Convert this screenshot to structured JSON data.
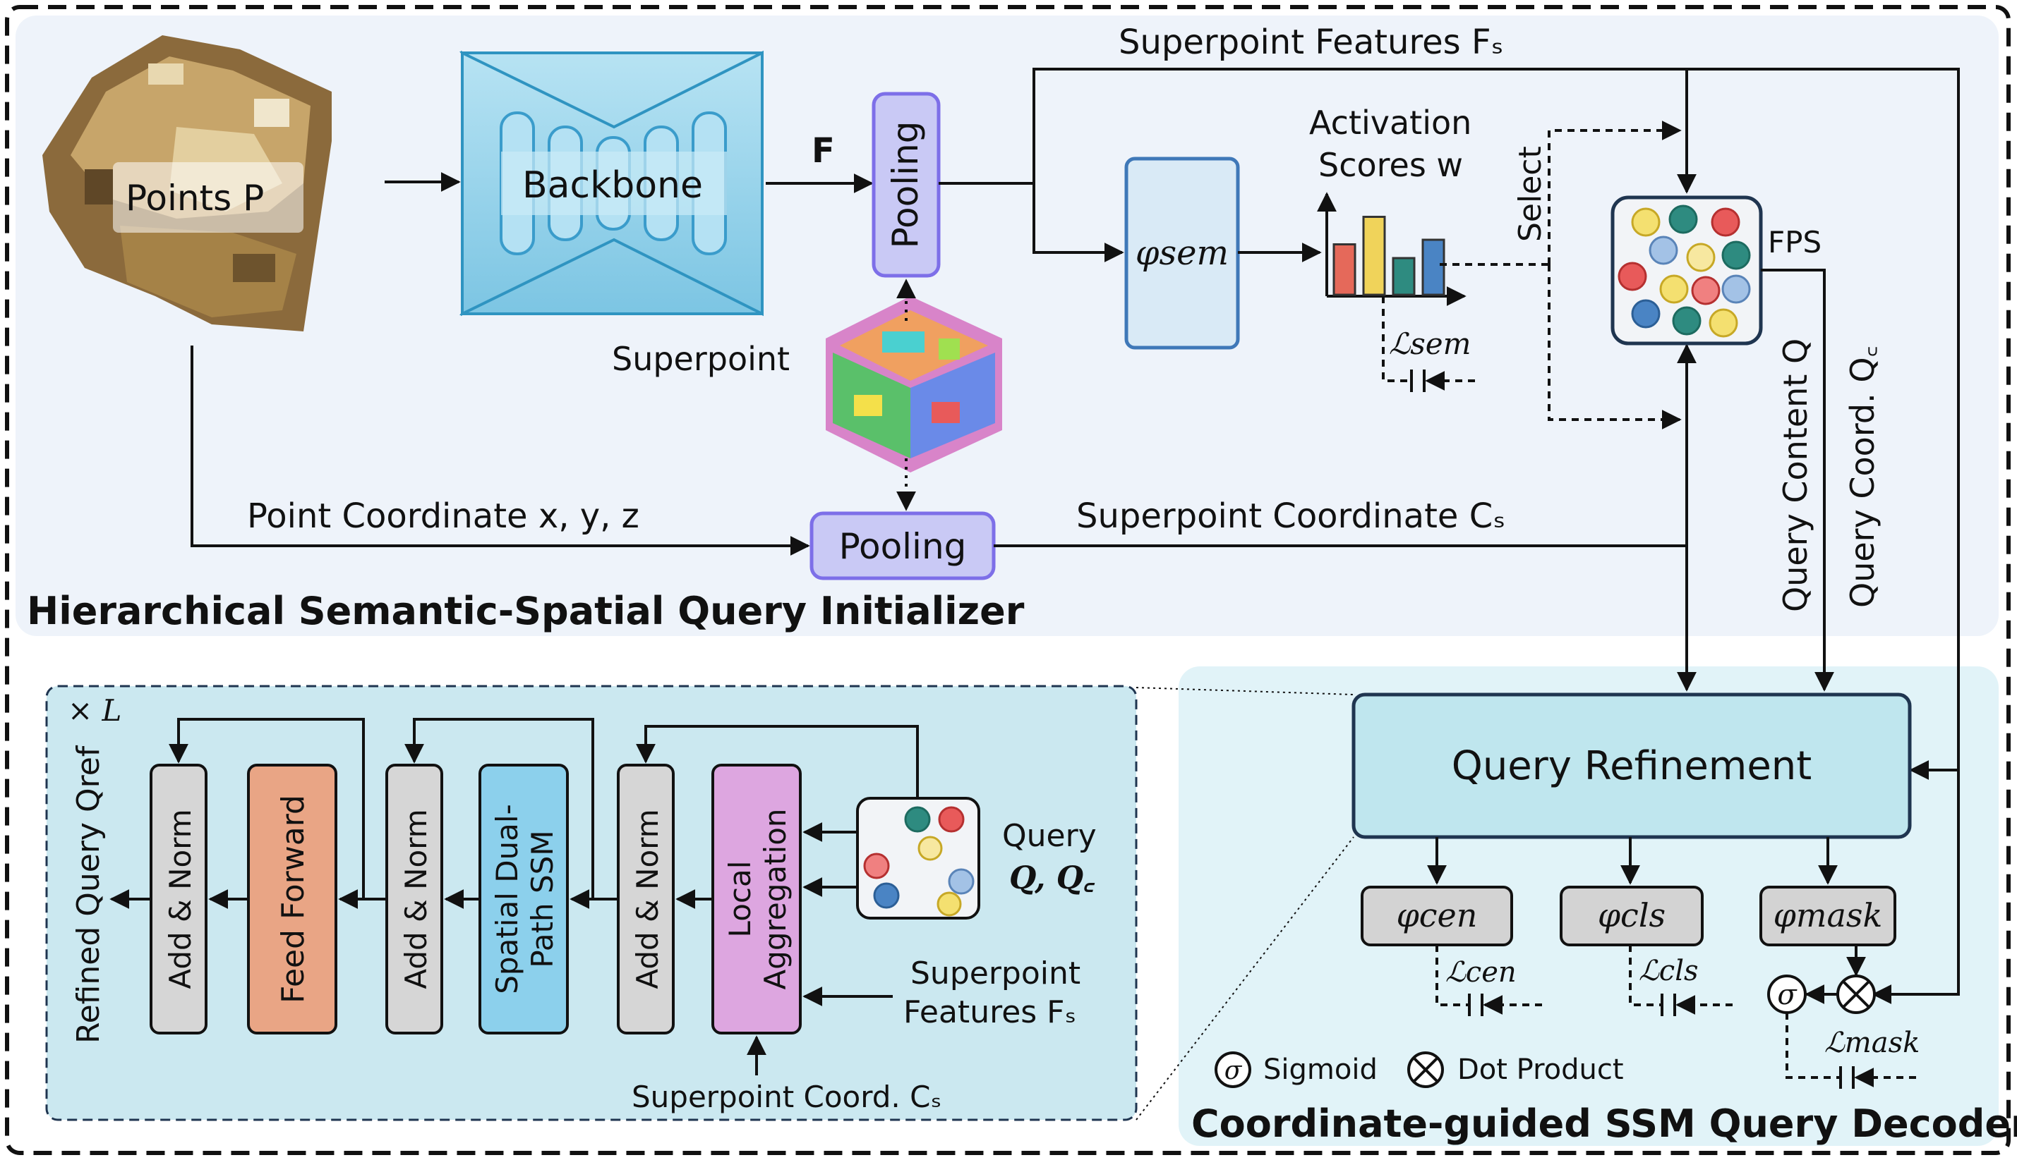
{
  "inputs": {
    "points_label": "Points P",
    "backbone_label": "Backbone",
    "feature_label": "F",
    "pooling_label": "Pooling",
    "superpoint_label": "Superpoint",
    "point_coord_label": "Point Coordinate x, y, z",
    "superpoint_coord_label": "Superpoint Coordinate Cₛ",
    "superpoint_features_label": "Superpoint Features Fₛ"
  },
  "semantic": {
    "phi_sem": "φsem",
    "activation_label_1": "Activation",
    "activation_label_2": "Scores w",
    "loss_sem": "ℒsem",
    "select_label": "Select",
    "fps_label": "FPS",
    "query_content_label": "Query Content Q",
    "query_coord_label": "Query Coord. Q꜀",
    "bar_colors": [
      "#e5695a",
      "#f0d35a",
      "#2e8b80",
      "#4a84c4"
    ],
    "bar_values": [
      0.55,
      0.85,
      0.4,
      0.6
    ]
  },
  "sections": {
    "initializer_title": "Hierarchical Semantic-Spatial Query Initializer",
    "decoder_title": "Coordinate-guided SSM Query Decoder"
  },
  "decoder": {
    "query_refinement": "Query Refinement",
    "phi_cen": "φcen",
    "phi_cls": "φcls",
    "phi_mask": "φmask",
    "loss_cen": "ℒcen",
    "loss_cls": "ℒcls",
    "loss_mask": "ℒmask",
    "sigmoid_symbol": "σ",
    "sigmoid_label": "Sigmoid",
    "dot_product_label": "Dot Product"
  },
  "refinement_detail": {
    "repeat_label": "× L",
    "refined_query_label": "Refined Query Qref",
    "add_norm": "Add & Norm",
    "feed_forward": "Feed Forward",
    "ssm_line1": "Spatial Dual-",
    "ssm_line2": "Path SSM",
    "local_agg_line1": "Local",
    "local_agg_line2": "Aggregation",
    "query_line1": "Query",
    "query_line2": "Q, Q꜀",
    "sp_features_line1": "Superpoint",
    "sp_features_line2": "Features Fₛ",
    "sp_coord_label": "Superpoint Coord. Cₛ"
  },
  "colors": {
    "panel_top": "#eef3fa",
    "panel_decoder": "#e1f3f8",
    "panel_detail": "#cbe8f0",
    "backbone": "#9ad3ea",
    "pooling": "#c9c9f5",
    "refinement": "#bfe6ee",
    "feed_forward": "#e9a585",
    "ssm": "#8cd0ec",
    "local_agg": "#dda6e0",
    "add_norm": "#d6d6d6"
  }
}
